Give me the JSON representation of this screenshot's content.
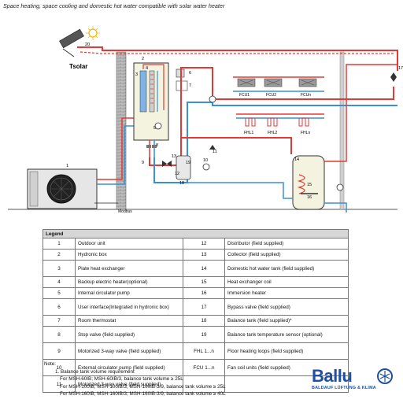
{
  "caption": "Space heating, space cooling and domestic hot water compatible with solar water heater",
  "diagram": {
    "tsolar": "Tsolar",
    "modbus": "Modbus",
    "fcu_labels": [
      "FCU1",
      "FCU2",
      "FCUn"
    ],
    "fhl_labels": [
      "FHL1",
      "FHL2",
      "FHLn"
    ],
    "numbers": [
      "1",
      "2",
      "3",
      "4",
      "5",
      "6",
      "7",
      "8",
      "9",
      "10",
      "11",
      "12",
      "13",
      "14",
      "15",
      "16",
      "17",
      "18",
      "19",
      "20"
    ]
  },
  "legend": {
    "header": "Legend",
    "rows": [
      {
        "n1": "1",
        "d1": "Outdoor unit",
        "n2": "12",
        "d2": "Distributor (field supplied)"
      },
      {
        "n1": "2",
        "d1": "Hydronic box",
        "n2": "13",
        "d2": "Collector (field supplied)"
      },
      {
        "n1": "3",
        "d1": "Plate heat exchanger",
        "n2": "14",
        "d2": "Domestic hot water tank (field supplied)"
      },
      {
        "n1": "4",
        "d1": "Backup electric heater(optional)",
        "n2": "15",
        "d2": "Heat exchanger coil"
      },
      {
        "n1": "5",
        "d1": "Internal circulator pump",
        "n2": "16",
        "d2": "Immersion heater"
      },
      {
        "n1": "6",
        "d1": "User interface(Integrated in hydronic box)",
        "n2": "17",
        "d2": "Bypass valve (field supplied)"
      },
      {
        "n1": "7",
        "d1": "Room thermostat",
        "n2": "18",
        "d2": "Balance tank (field supplied)*"
      },
      {
        "n1": "8",
        "d1": "Stop valve (field supplied)",
        "n2": "19",
        "d2": "Balance tank temperature sensor (optional)"
      },
      {
        "n1": "9",
        "d1": "Motorized 3-way valve (field supplied)",
        "n2": "FHL 1...n",
        "d2": "Floor heating loops (field supplied)"
      },
      {
        "n1": "10",
        "d1": "External circulator pump (field supplied)",
        "n2": "FCU 1...n",
        "d2": "Fan coil units (field supplied)"
      },
      {
        "n1": "11",
        "d1": "Motorized 3-way valve (field supplied)",
        "n2": "",
        "d2": ""
      }
    ]
  },
  "notes": {
    "title": "Note:",
    "item": "1.     Balance tank volume requirement",
    "lines": [
      "For MSH-60IB; MSH-60IB/3, balance tank volume  ≥  25L",
      "For MSH-100IB; MSH-100IB/3; MSH-100IB-3/9, balance tank volume  ≥  25L",
      "For MSH-160IB; MSH-160IB/3; MSH-160IB-3/9, balance tank volume  ≥  40L"
    ]
  },
  "brand": {
    "name": "Ballu",
    "subtitle": "BALDAUF LÜFTUNG & KLIMA",
    "color": "#1f4fa3"
  },
  "colors": {
    "hot": "#e53935",
    "cold": "#3b8fd9",
    "wall": "#8a8a8a"
  }
}
